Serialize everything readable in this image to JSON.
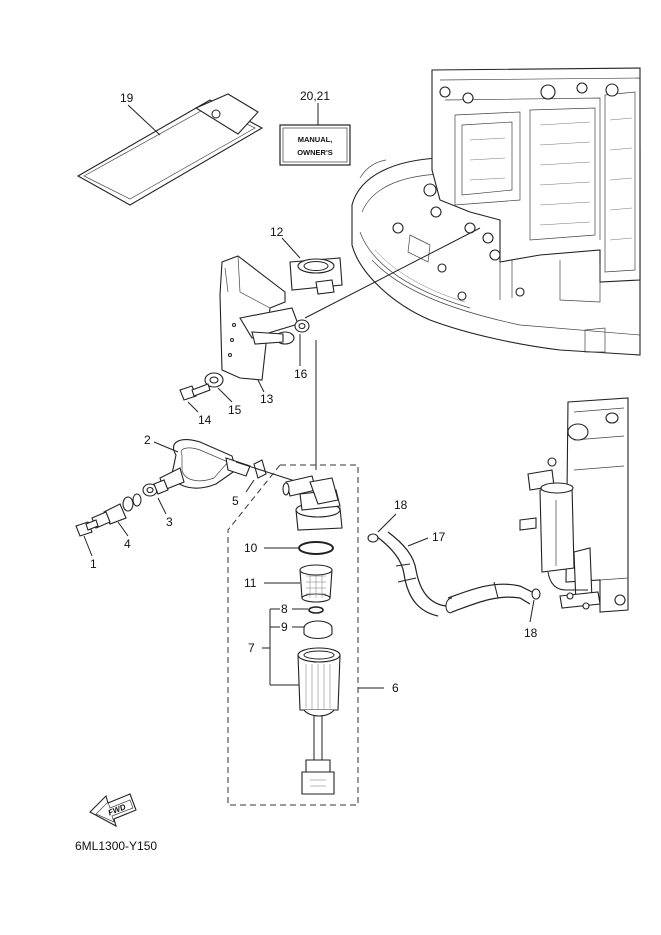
{
  "diagram_code": "6ML1300-Y150",
  "manual_plate": {
    "line1": "MANUAL,",
    "line2": "OWNER'S"
  },
  "fwd_label": "FWD",
  "callouts": {
    "c1": "1",
    "c2": "2",
    "c3": "3",
    "c4": "4",
    "c5": "5",
    "c6": "6",
    "c7": "7",
    "c8": "8",
    "c9": "9",
    "c10": "10",
    "c11": "11",
    "c12": "12",
    "c13": "13",
    "c14": "14",
    "c15": "15",
    "c16": "16",
    "c17": "17",
    "c18a": "18",
    "c18b": "18",
    "c19": "19",
    "c2021": "20,21"
  }
}
